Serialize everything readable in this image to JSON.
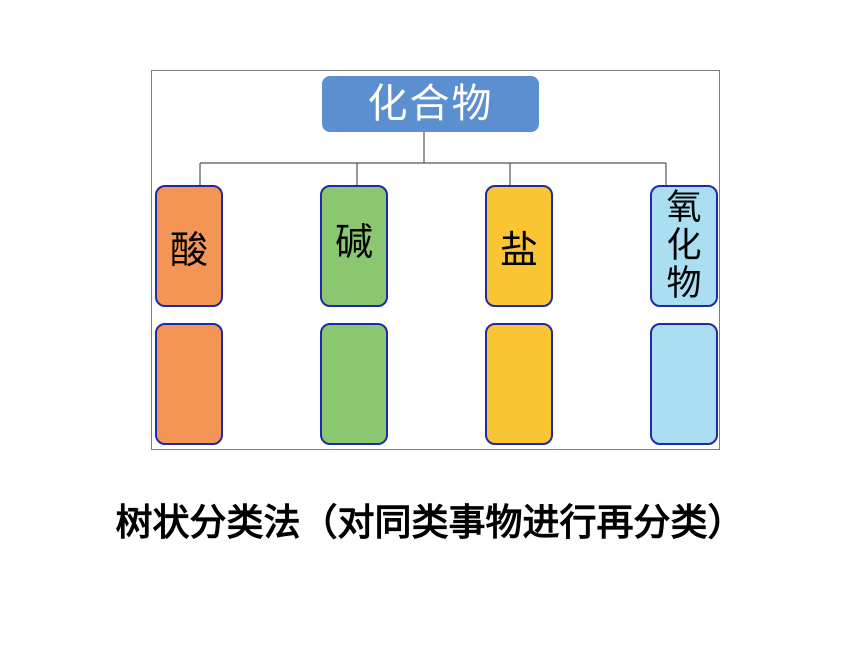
{
  "diagram": {
    "root": {
      "label": "化合物",
      "color": "#5b8fd0"
    },
    "categories": [
      {
        "label": "酸",
        "color": "#f39655"
      },
      {
        "label": "碱",
        "color": "#8ac770"
      },
      {
        "label": "盐",
        "color": "#f9c532"
      },
      {
        "label": "氧化物",
        "color": "#a9dff0"
      }
    ],
    "border_color": "#1f2aa8",
    "caption": "树状分类法（对同类事物进行再分类）"
  }
}
